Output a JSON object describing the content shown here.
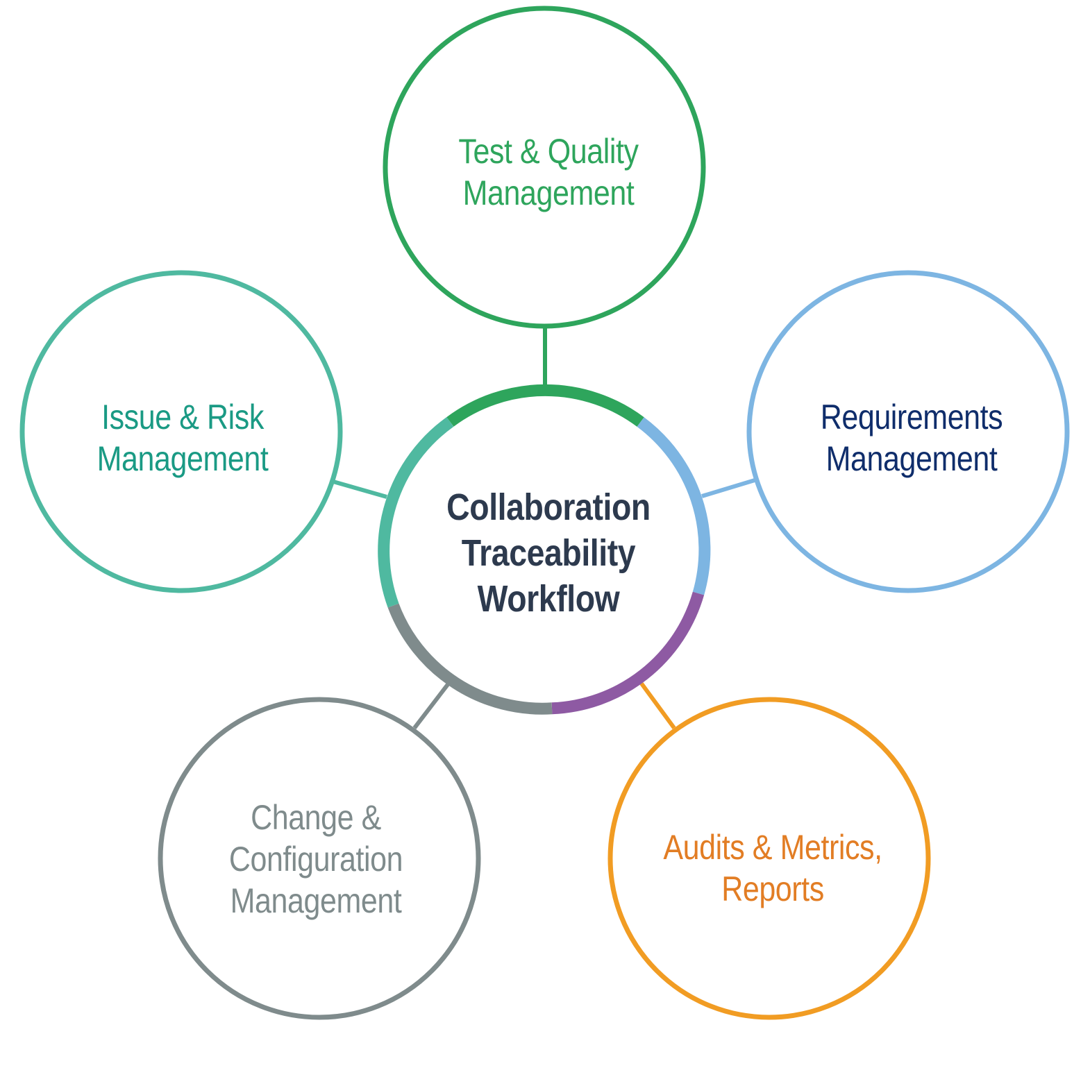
{
  "center": {
    "lines": [
      "Collaboration",
      "Traceability",
      "Workflow"
    ],
    "text_color": "#2d3a4e"
  },
  "nodes": [
    {
      "id": "test-quality",
      "lines": [
        "Test & Quality",
        "Management"
      ],
      "stroke": "#2ea55c",
      "text_color": "#2ea55c"
    },
    {
      "id": "requirements",
      "lines": [
        "Requirements",
        "Management"
      ],
      "stroke": "#7db5e2",
      "text_color": "#0f2d6b"
    },
    {
      "id": "audits-metrics",
      "lines": [
        "Audits & Metrics,",
        "Reports"
      ],
      "stroke": "#f19c23",
      "text_color": "#e27d24"
    },
    {
      "id": "change-config",
      "lines": [
        "Change &",
        "Configuration",
        "Management"
      ],
      "stroke": "#7f8b8c",
      "text_color": "#7f8b8c"
    },
    {
      "id": "issue-risk",
      "lines": [
        "Issue & Risk",
        "Management"
      ],
      "stroke": "#4fb9a0",
      "text_color": "#1a9a84"
    }
  ],
  "ring_segment_colors": {
    "test-quality": "#2ea55c",
    "requirements": "#7db5e2",
    "audits-metrics": "#8e5aa3",
    "change-config": "#7f8b8c",
    "issue-risk": "#4fb9a0"
  }
}
